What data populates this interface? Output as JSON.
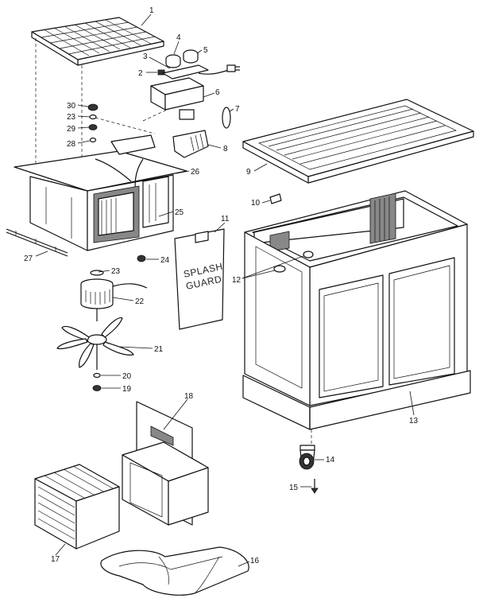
{
  "diagram": {
    "splash_guard_text": [
      "SPLASH",
      "GUARD"
    ],
    "parts": [
      {
        "id": "filter-grille",
        "label": "1"
      },
      {
        "id": "screw",
        "label": "2"
      },
      {
        "id": "bracket",
        "label": "3"
      },
      {
        "id": "knob-left",
        "label": "4"
      },
      {
        "id": "knob-right",
        "label": "5"
      },
      {
        "id": "control-box",
        "label": "6"
      },
      {
        "id": "lens",
        "label": "7"
      },
      {
        "id": "float",
        "label": "8"
      },
      {
        "id": "top-grille",
        "label": "9"
      },
      {
        "id": "clip",
        "label": "10"
      },
      {
        "id": "splash-guard",
        "label": "11"
      },
      {
        "id": "bushing",
        "label": "12"
      },
      {
        "id": "cabinet",
        "label": "13"
      },
      {
        "id": "caster",
        "label": "14"
      },
      {
        "id": "caster-screw",
        "label": "15"
      },
      {
        "id": "water-tray",
        "label": "16"
      },
      {
        "id": "wick-pad",
        "label": "17"
      },
      {
        "id": "wick-frame",
        "label": "18"
      },
      {
        "id": "nut-lower",
        "label": "19"
      },
      {
        "id": "washer-lower",
        "label": "20"
      },
      {
        "id": "fan-blade",
        "label": "21"
      },
      {
        "id": "motor",
        "label": "22"
      },
      {
        "id": "washer-upper",
        "label": "23"
      },
      {
        "id": "grommet",
        "label": "24"
      },
      {
        "id": "drive-belt",
        "label": "25"
      },
      {
        "id": "motor-bracket",
        "label": "26"
      },
      {
        "id": "support-rail",
        "label": "27"
      },
      {
        "id": "spacer",
        "label": "28"
      },
      {
        "id": "nut",
        "label": "29"
      },
      {
        "id": "nut-top",
        "label": "30"
      }
    ]
  }
}
